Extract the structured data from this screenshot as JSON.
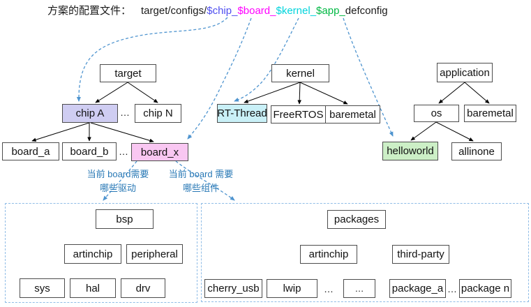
{
  "title": {
    "label": "方案的配置文件：",
    "path_prefix": "target/configs/",
    "var_chip": "$chip_",
    "var_board": "$board_",
    "var_kernel": "$kernel_",
    "var_app": "$app_",
    "path_suffix": "defconfig"
  },
  "colors": {
    "chip_text": "#5050f0",
    "board_text": "#ff00ff",
    "kernel_text": "#00d4dc",
    "app_text": "#00b843",
    "chip_fill": "#cfcdf2",
    "board_fill": "#f9c7f2",
    "kernel_fill": "#c9f0f7",
    "app_fill": "#ccefc6",
    "annotation_text": "#2878b5",
    "dashed_arrow": "#4e94cf",
    "region_border": "#8fbce6"
  },
  "ellipsis": "…",
  "trees": {
    "target": {
      "root": "target",
      "chip_a": "chip A",
      "chip_n": "chip N",
      "board_a": "board_a",
      "board_b": "board_b",
      "board_x": "board_x"
    },
    "kernel": {
      "root": "kernel",
      "rt_thread": "RT-Thread",
      "freertos": "FreeRTOS",
      "baremetal": "baremetal"
    },
    "application": {
      "root": "application",
      "os": "os",
      "baremetal": "baremetal",
      "helloworld": "helloworld",
      "allinone": "allinone"
    },
    "bsp": {
      "root": "bsp",
      "artinchip": "artinchip",
      "peripheral": "peripheral",
      "sys": "sys",
      "hal": "hal",
      "drv": "drv"
    },
    "packages": {
      "root": "packages",
      "artinchip": "artinchip",
      "third_party": "third-party",
      "cherry_usb": "cherry_usb",
      "lwip": "lwip",
      "dots_box": "…",
      "package_a": "package_a",
      "package_n": "package n"
    }
  },
  "annotations": {
    "left_line1": "当前 board需要",
    "left_line2": "哪些驱动",
    "right_line1": "当前 board 需要",
    "right_line2": "哪些组件"
  }
}
